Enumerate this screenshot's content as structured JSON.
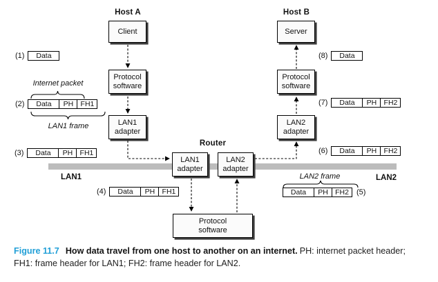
{
  "hostA": {
    "label": "Host A",
    "client": "Client",
    "protocol": "Protocol\nsoftware",
    "adapter": "LAN1\nadapter"
  },
  "hostB": {
    "label": "Host B",
    "server": "Server",
    "protocol": "Protocol\nsoftware",
    "adapter": "LAN2\nadapter"
  },
  "router": {
    "label": "Router",
    "lan1_adapter": "LAN1\nadapter",
    "lan2_adapter": "LAN2\nadapter",
    "protocol": "Protocol\nsoftware"
  },
  "lans": {
    "lan1": "LAN1",
    "lan2": "LAN2"
  },
  "annotations": {
    "internet_packet": "Internet packet",
    "lan1_frame": "LAN1 frame",
    "lan2_frame": "LAN2 frame"
  },
  "frames": [
    {
      "num": "(1)",
      "cells": [
        "Data"
      ]
    },
    {
      "num": "(2)",
      "cells": [
        "Data",
        "PH",
        "FH1"
      ]
    },
    {
      "num": "(3)",
      "cells": [
        "Data",
        "PH",
        "FH1"
      ]
    },
    {
      "num": "(4)",
      "cells": [
        "Data",
        "PH",
        "FH1"
      ]
    },
    {
      "num": "(5)",
      "cells": [
        "Data",
        "PH",
        "FH2"
      ]
    },
    {
      "num": "(6)",
      "cells": [
        "Data",
        "PH",
        "FH2"
      ]
    },
    {
      "num": "(7)",
      "cells": [
        "Data",
        "PH",
        "FH2"
      ]
    },
    {
      "num": "(8)",
      "cells": [
        "Data"
      ]
    }
  ],
  "caption": {
    "figure_label": "Figure 11.7",
    "title": "How data travel from one host to another on an internet.",
    "description": "PH: internet packet header; FH1: frame header for LAN1; FH2: frame header for LAN2."
  },
  "colors": {
    "figure_label_blue": "#219fd7",
    "lan_bus_gray": "#bcbcbc",
    "box_shadow": "#3d3d3d"
  }
}
